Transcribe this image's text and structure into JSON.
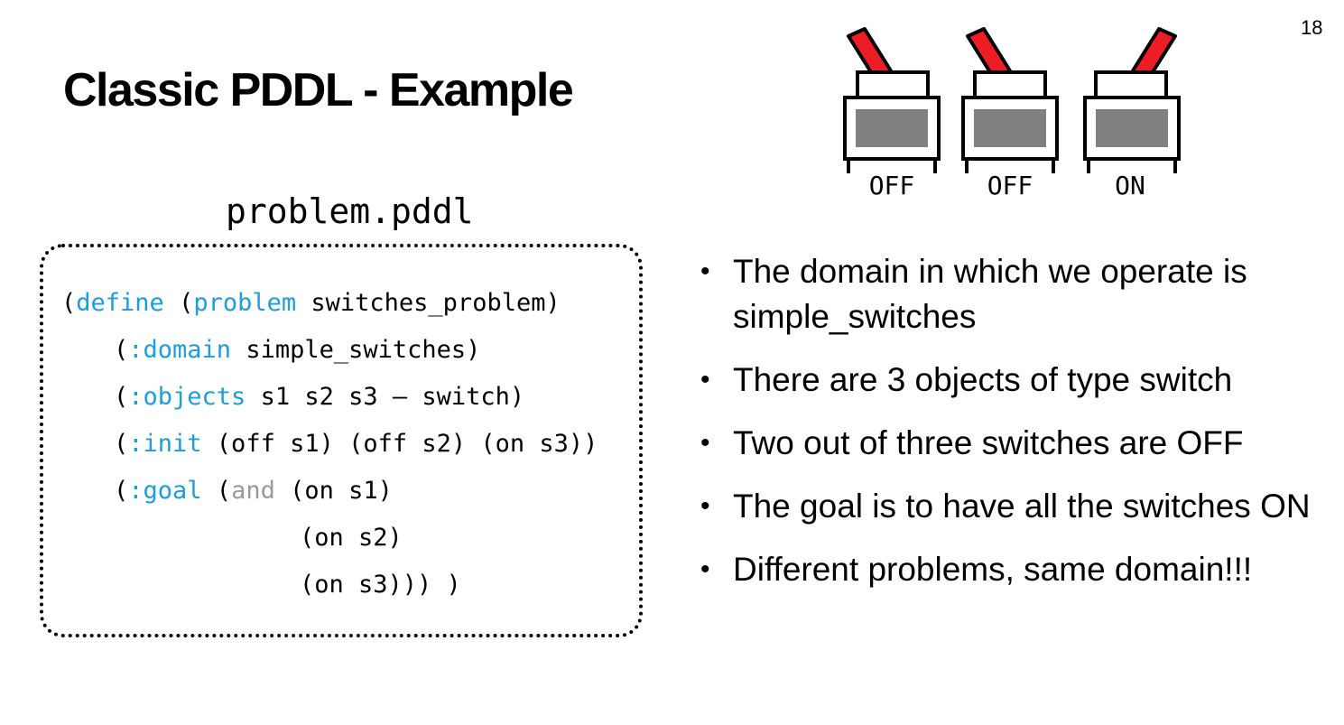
{
  "slide": {
    "page_number": "18",
    "title": "Classic PDDL - Example",
    "file_name": "problem.pddl"
  },
  "code": {
    "line1": {
      "p1": "(",
      "k1": "define",
      "p2": " (",
      "k2": "problem",
      "p3": " switches_problem)"
    },
    "line2": {
      "p1": "(",
      "k1": ":domain",
      "p2": " simple_switches)"
    },
    "line3": {
      "p1": "(",
      "k1": ":objects",
      "p2": " s1 s2 s3 – switch)"
    },
    "line4": {
      "p1": "(",
      "k1": ":init",
      "p2": " (off s1) (off s2) (on s3))"
    },
    "line5": {
      "p1": "(",
      "k1": ":goal",
      "p2": " (",
      "g1": "and",
      "p3": " (on s1)"
    },
    "line6": "(on s2)",
    "line7": "(on s3))) )"
  },
  "switches": [
    {
      "label": "OFF",
      "state": "off"
    },
    {
      "label": "OFF",
      "state": "off"
    },
    {
      "label": "ON",
      "state": "on"
    }
  ],
  "bullets": [
    "The domain in which we operate is simple_switches",
    "There are 3 objects of type switch",
    "Two out of three switches are OFF",
    "The goal is  to have all the switches ON",
    "Different problems, same domain!!!"
  ],
  "colors": {
    "keyword": "#1a9de1",
    "muted_keyword": "#999999",
    "lever": "#ee1c24",
    "switch_window": "#808080"
  }
}
